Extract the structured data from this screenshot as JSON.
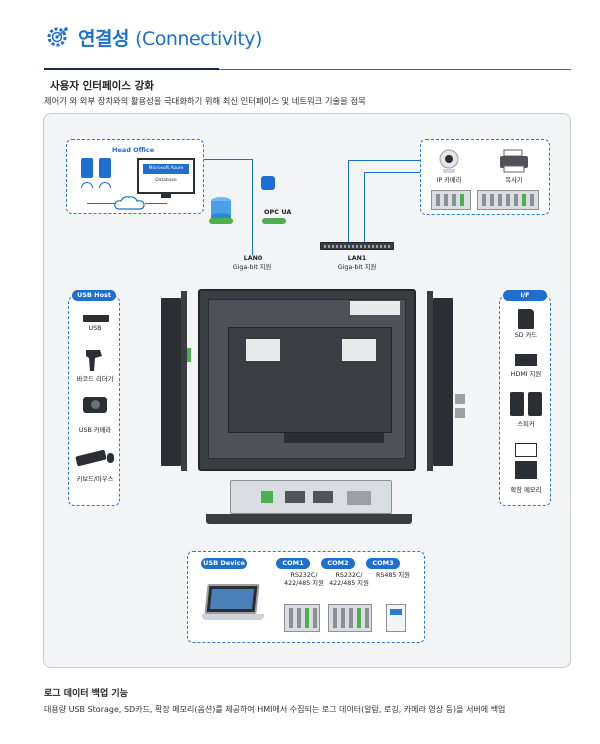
{
  "header": {
    "title_kr": "연결성",
    "title_en": "(Connectivity)",
    "icon": "gear-network-icon"
  },
  "intro": {
    "heading": "사용자 인터페이스 강화",
    "description": "제어기 외 외부 장치와의 활용성을 극대화하기 위해 최신 인터페이스 및 네트워크 기술을 접목"
  },
  "head_office": {
    "label": "Head Office",
    "azure_label": "Microsoft Azure",
    "db_label": "Database",
    "opc_label": "OPC UA"
  },
  "lan": {
    "lan0_label": "LAN0",
    "lan0_desc": "Giga-bit 지원",
    "lan1_label": "LAN1",
    "lan1_desc": "Giga-bit 지원"
  },
  "network_devices": {
    "ip_camera": "IP 카메라",
    "copier": "복사기"
  },
  "usb_host": {
    "title": "USB Host",
    "items": [
      "USB",
      "바코드 리더기",
      "USB 카메라",
      "키보드/마우스"
    ]
  },
  "io": {
    "title": "I/F",
    "items": [
      "SD 카드",
      "HDMI 지원",
      "스피커",
      "확장 메모리"
    ]
  },
  "bottom": {
    "usb_device": "USB Device",
    "com1_label": "COM1",
    "com1_desc": "RS232C/\n422/485 지원",
    "com2_label": "COM2",
    "com2_desc": "RS232C/\n422/485 지원",
    "com3_label": "COM3",
    "com3_desc": "RS485 지원"
  },
  "footer": {
    "heading": "로그 데이터 백업 기능",
    "description": "대용량 USB Storage, SD카드, 확장 메모리(옵션)를 제공하여 HMI에서 수집되는 로그 데이터(알람, 로깅, 카메라 영상 등)을 서버에 백업"
  },
  "colors": {
    "accent": "#1e6fd0",
    "dark_rule": "#1a2b4c",
    "panel_bg": "#f3f4f6"
  }
}
